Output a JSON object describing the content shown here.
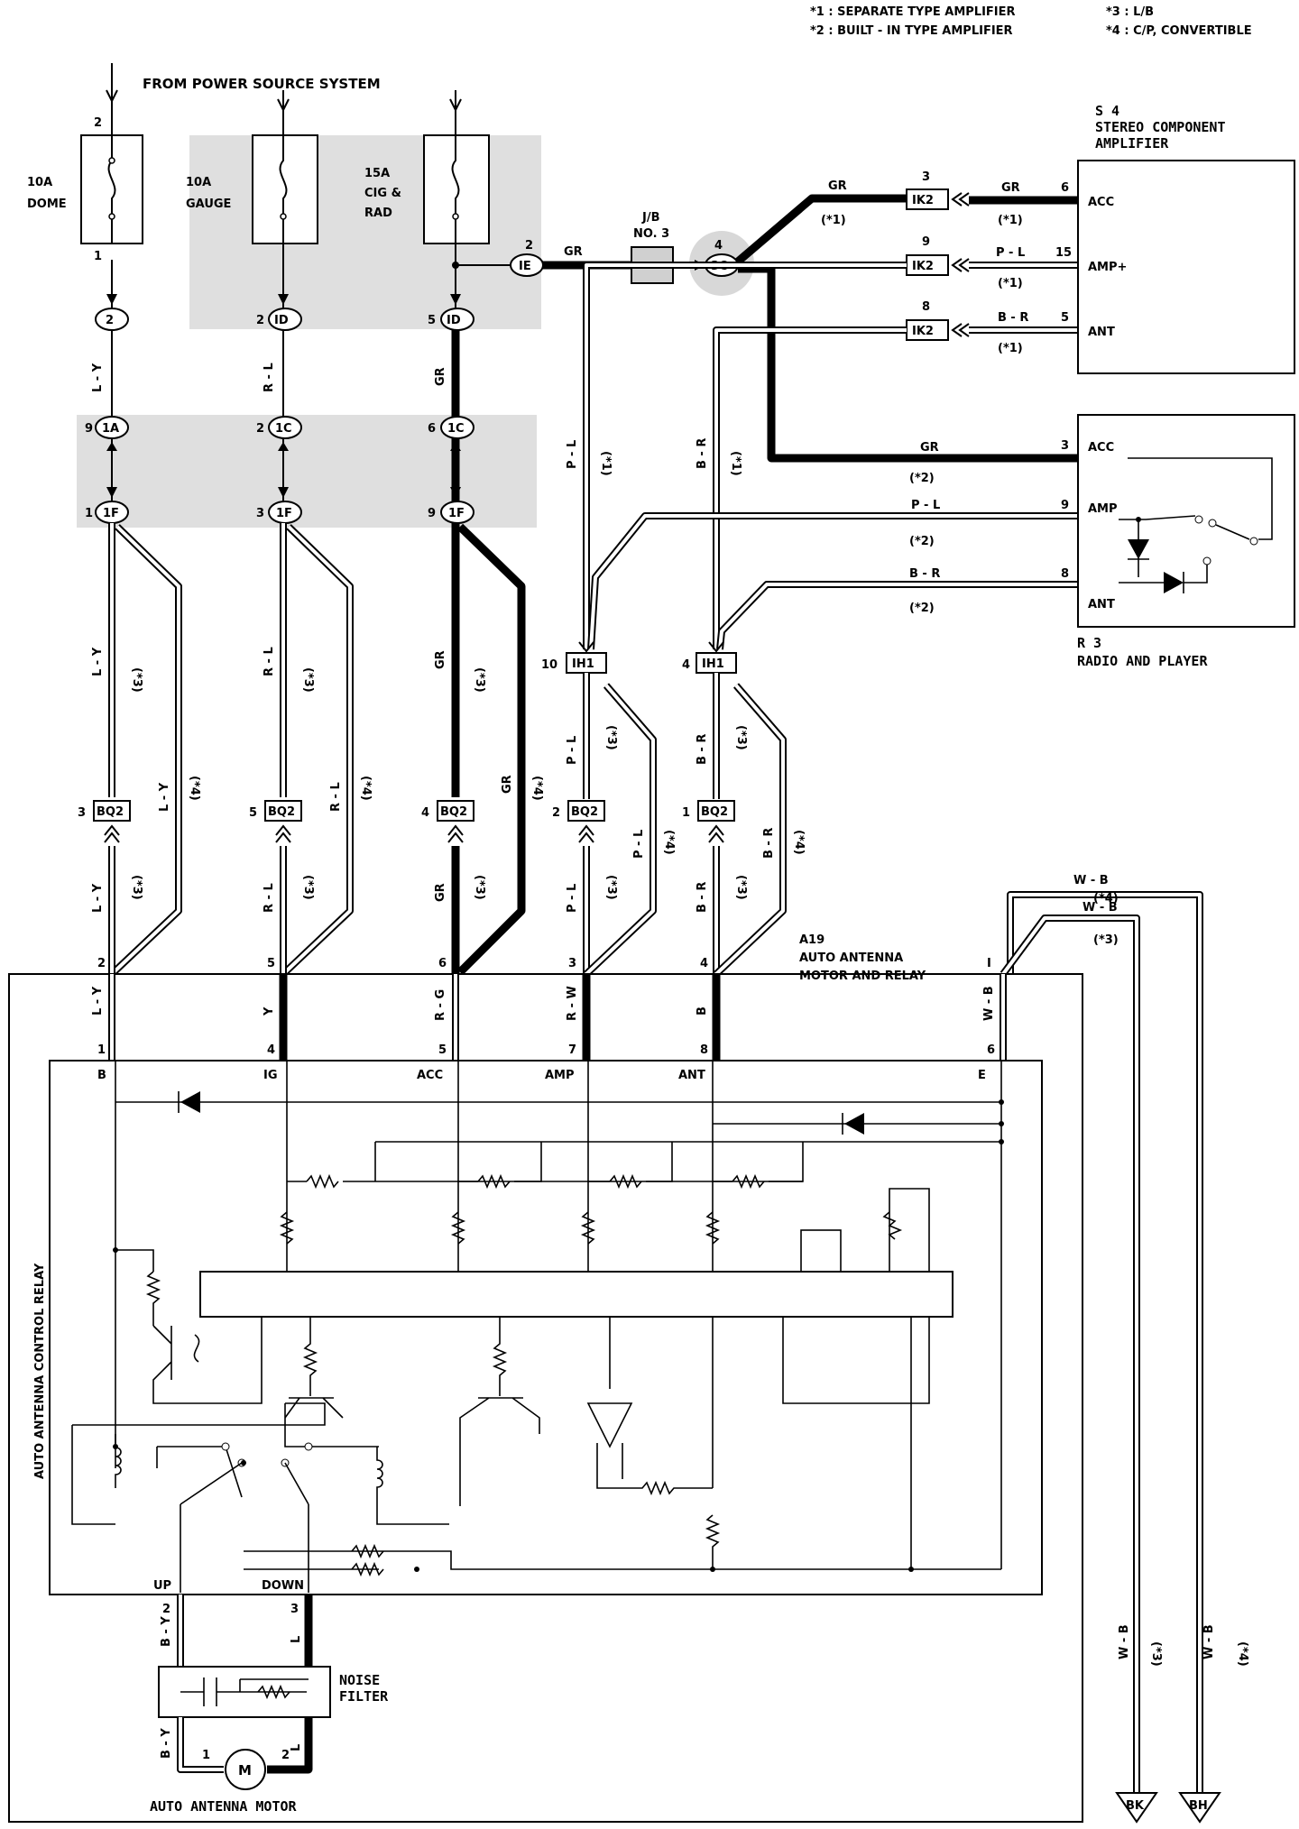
{
  "legend": {
    "l1": "*1 : SEPARATE TYPE AMPLIFIER",
    "l2": "*2 : BUILT - IN TYPE AMPLIFIER",
    "l3": "*3 : L/B",
    "l4": "*4 : C/P, CONVERTIBLE"
  },
  "power_source": "FROM POWER SOURCE SYSTEM",
  "fuses": [
    {
      "amp": "10A",
      "name": "DOME"
    },
    {
      "amp": "10A",
      "name": "GAUGE"
    },
    {
      "amp": "15A",
      "name": "CIG &",
      "name2": "RAD"
    }
  ],
  "jb": {
    "l1": "J/B",
    "l2": "NO. 3"
  },
  "components": {
    "s4": {
      "id": "S 4",
      "l1": "STEREO COMPONENT",
      "l2": "AMPLIFIER",
      "acc": "ACC",
      "amp": "AMP+",
      "ant": "ANT"
    },
    "r3": {
      "id": "R 3",
      "name": "RADIO AND PLAYER",
      "acc": "ACC",
      "amp": "AMP",
      "ant": "ANT"
    },
    "a19": {
      "id": "A19",
      "l1": "AUTO ANTENNA",
      "l2": "MOTOR AND RELAY"
    },
    "relay": "AUTO ANTENNA CONTROL RELAY",
    "noise": {
      "l1": "NOISE",
      "l2": "FILTER"
    },
    "motor": {
      "name": "AUTO ANTENNA MOTOR",
      "symbol": "M"
    }
  },
  "relay_terms": {
    "b": "B",
    "ig": "IG",
    "acc": "ACC",
    "amp": "AMP",
    "ant": "ANT",
    "e": "E",
    "up": "UP",
    "down": "DOWN"
  },
  "connectors": {
    "c2": "2",
    "id": "ID",
    "c1a": "1A",
    "c1c": "1C",
    "c1f": "1F",
    "ie": "IE",
    "c3c": "3C",
    "ik2": "IK2",
    "ih1": "IH1",
    "bq2": "BQ2"
  },
  "grounds": {
    "bk": "BK",
    "bh": "BH"
  },
  "wires": {
    "ly": "L - Y",
    "rl": "R - L",
    "gr": "GR",
    "pl": "P - L",
    "br": "B - R",
    "y": "Y",
    "rg": "R - G",
    "rw": "R - W",
    "b": "B",
    "wb": "W - B",
    "by": "B - Y",
    "l": "L"
  },
  "notes": {
    "n1": "(*1)",
    "n2": "(*2)",
    "n3": "(*3)",
    "n4": "(*4)"
  },
  "pins": {
    "p1": "1",
    "p2": "2",
    "p3": "3",
    "p4": "4",
    "p5": "5",
    "p6": "6",
    "p7": "7",
    "p8": "8",
    "p9": "9",
    "p10": "10",
    "p15": "15",
    "pI": "I"
  }
}
